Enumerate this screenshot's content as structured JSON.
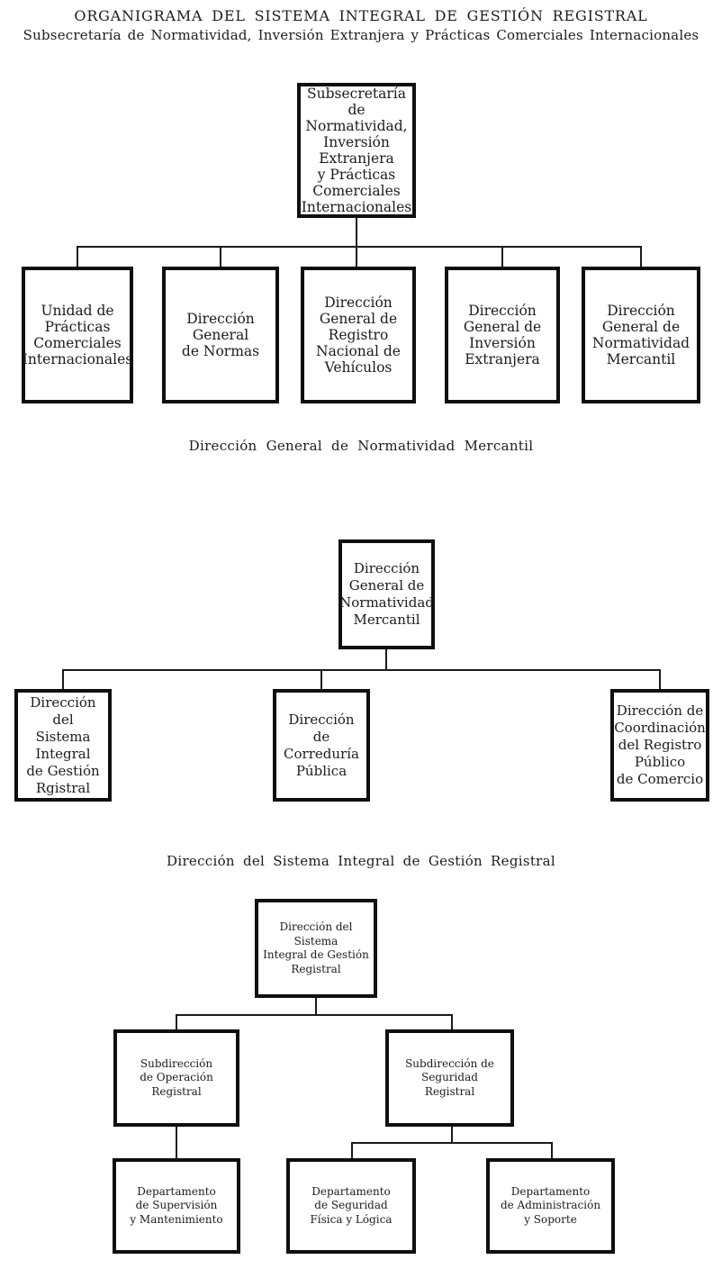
{
  "header": {
    "title": "ORGANIGRAMA DEL SISTEMA INTEGRAL DE GESTIÓN REGISTRAL",
    "subtitle": "Subsecretaría de Normatividad, Inversión Extranjera y Prácticas Comerciales Internacionales"
  },
  "chart1": {
    "root": "Subsecretaría\nde Normatividad,\nInversión\nExtranjera\ny Prácticas\nComerciales\nInternacionales",
    "children": [
      "Unidad de\nPrácticas\nComerciales\nInternacionales",
      "Dirección\nGeneral\nde Normas",
      "Dirección\nGeneral de\nRegistro\nNacional de\nVehículos",
      "Dirección\nGeneral de\nInversión\nExtranjera",
      "Dirección\nGeneral de\nNormatividad\nMercantil"
    ]
  },
  "section2": {
    "title": "Dirección General de Normatividad Mercantil"
  },
  "chart2": {
    "root": "Dirección\nGeneral de\nNormatividad\nMercantil",
    "children": [
      "Dirección del\nSistema\nIntegral\nde Gestión\nRgistral",
      "Dirección\nde Correduría\nPública",
      "Dirección de\nCoordinación\ndel Registro\nPúblico\nde Comercio"
    ]
  },
  "section3": {
    "title": "Dirección del Sistema Integral de Gestión Registral"
  },
  "chart3": {
    "root": "Dirección del Sistema\nIntegral de Gestión\nRegistral",
    "children": [
      "Subdirección\nde Operación Registral",
      "Subdirección de Seguridad\nRegistral"
    ],
    "grandchildren": [
      "Departamento\nde Supervisión\ny Mantenimiento",
      "Departamento\nde Seguridad\nFísica y Lógica",
      "Departamento\nde Administración\ny Soporte"
    ]
  },
  "colors": {
    "background": "#ffffff",
    "box_border": "#0f0f0f",
    "line": "#1a1a1a",
    "text": "#1c1c1c"
  }
}
